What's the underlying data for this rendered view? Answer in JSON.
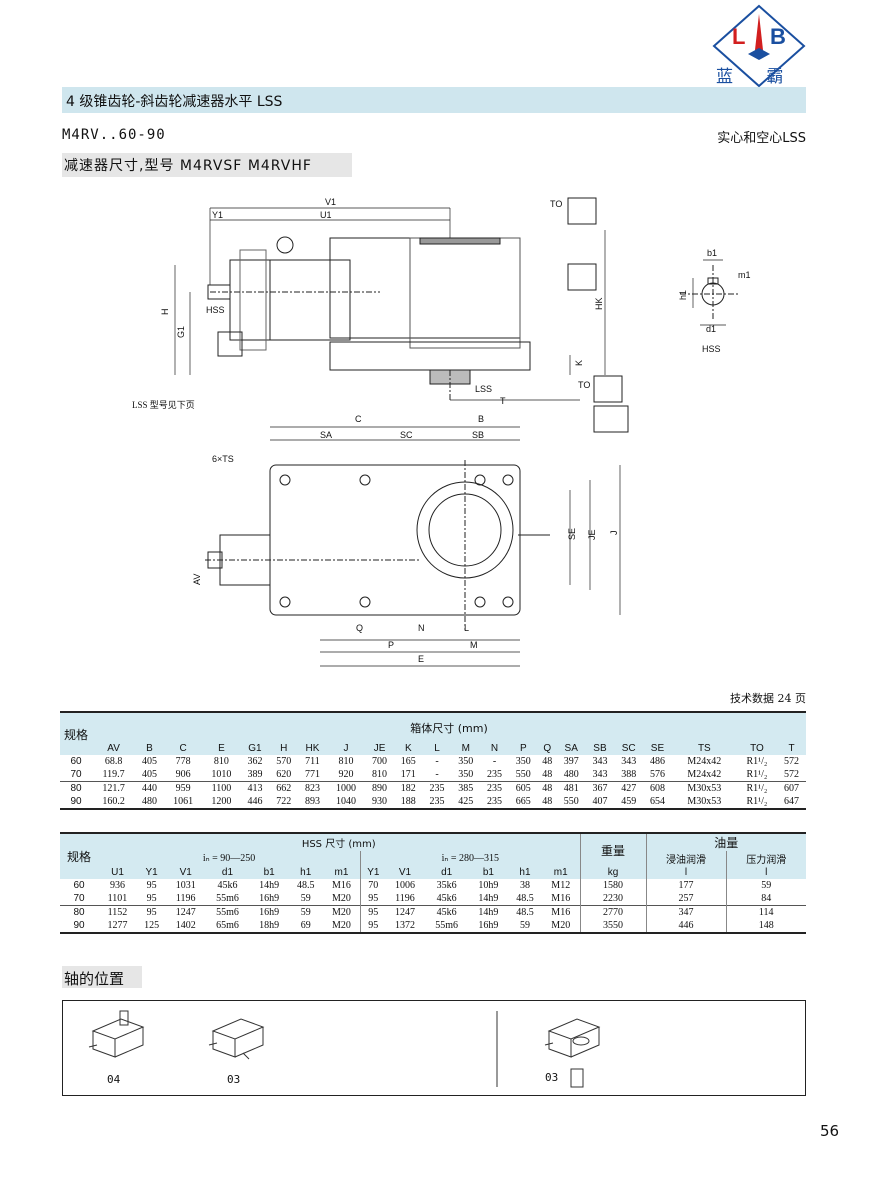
{
  "logo": {
    "letters": "LB",
    "text": "蓝  霸"
  },
  "title": "4 级锥齿轮-斜齿轮减速器水平 LSS",
  "model_line": "M4RV..60-90",
  "right_note": "实心和空心LSS",
  "subtitle": "减速器尺寸,型号 M4RVSF  M4RVHF",
  "drawing": {
    "labels": [
      "V1",
      "Y1",
      "U1",
      "TO",
      "H",
      "G1",
      "HSS",
      "HK",
      "K",
      "TO",
      "LSS",
      "T",
      "C",
      "B",
      "SA",
      "SC",
      "SB",
      "6×TS",
      "SE",
      "JE",
      "J",
      "AV",
      "Q",
      "N",
      "L",
      "P",
      "M",
      "E",
      "b1",
      "m1",
      "h1",
      "d1",
      "HSS"
    ],
    "lss_note": "LSS 型号见下页"
  },
  "pageref": "技术数据 24 页",
  "table1": {
    "row_label": "规格",
    "group_title": "箱体尺寸 (mm)",
    "columns": [
      "AV",
      "B",
      "C",
      "E",
      "G1",
      "H",
      "HK",
      "J",
      "JE",
      "K",
      "L",
      "M",
      "N",
      "P",
      "Q",
      "SA",
      "SB",
      "SC",
      "SE",
      "TS",
      "TO",
      "T"
    ],
    "rows": [
      {
        "size": "60",
        "values": [
          "68.8",
          "405",
          "778",
          "810",
          "362",
          "570",
          "711",
          "810",
          "700",
          "165",
          "-",
          "350",
          "-",
          "350",
          "48",
          "397",
          "343",
          "343",
          "486",
          "M24x42",
          "R1¹/₂",
          "572"
        ]
      },
      {
        "size": "70",
        "values": [
          "119.7",
          "405",
          "906",
          "1010",
          "389",
          "620",
          "771",
          "920",
          "810",
          "171",
          "-",
          "350",
          "235",
          "550",
          "48",
          "480",
          "343",
          "388",
          "576",
          "M24x42",
          "R1¹/₂",
          "572"
        ]
      },
      {
        "size": "80",
        "values": [
          "121.7",
          "440",
          "959",
          "1100",
          "413",
          "662",
          "823",
          "1000",
          "890",
          "182",
          "235",
          "385",
          "235",
          "605",
          "48",
          "481",
          "367",
          "427",
          "608",
          "M30x53",
          "R1¹/₂",
          "607"
        ]
      },
      {
        "size": "90",
        "values": [
          "160.2",
          "480",
          "1061",
          "1200",
          "446",
          "722",
          "893",
          "1040",
          "930",
          "188",
          "235",
          "425",
          "235",
          "665",
          "48",
          "550",
          "407",
          "459",
          "654",
          "M30x53",
          "R1¹/₂",
          "647"
        ]
      }
    ]
  },
  "table2": {
    "row_label": "规格",
    "group_title": "HSS 尺寸 (mm)",
    "ratio_a": "iₙ = 90—250",
    "ratio_b": "iₙ = 280—315",
    "weight_title": "重量",
    "weight_unit": "kg",
    "oil_title": "油量",
    "oil_a": "浸油润滑",
    "oil_b": "压力润滑",
    "oil_unit_a": "l",
    "oil_unit_b": "l",
    "columns_a": [
      "U1",
      "Y1",
      "V1",
      "d1",
      "b1",
      "h1",
      "m1"
    ],
    "columns_b": [
      "Y1",
      "V1",
      "d1",
      "b1",
      "h1",
      "m1"
    ],
    "rows": [
      {
        "size": "60",
        "a": [
          "936",
          "95",
          "1031",
          "45k6",
          "14h9",
          "48.5",
          "M16"
        ],
        "b": [
          "70",
          "1006",
          "35k6",
          "10h9",
          "38",
          "M12"
        ],
        "weight": "1580",
        "oil_a": "177",
        "oil_b": "59"
      },
      {
        "size": "70",
        "a": [
          "1101",
          "95",
          "1196",
          "55m6",
          "16h9",
          "59",
          "M20"
        ],
        "b": [
          "95",
          "1196",
          "45k6",
          "14h9",
          "48.5",
          "M16"
        ],
        "weight": "2230",
        "oil_a": "257",
        "oil_b": "84"
      },
      {
        "size": "80",
        "a": [
          "1152",
          "95",
          "1247",
          "55m6",
          "16h9",
          "59",
          "M20"
        ],
        "b": [
          "95",
          "1247",
          "45k6",
          "14h9",
          "48.5",
          "M16"
        ],
        "weight": "2770",
        "oil_a": "347",
        "oil_b": "114"
      },
      {
        "size": "90",
        "a": [
          "1277",
          "125",
          "1402",
          "65m6",
          "18h9",
          "69",
          "M20"
        ],
        "b": [
          "95",
          "1372",
          "55m6",
          "16h9",
          "59",
          "M20"
        ],
        "weight": "3550",
        "oil_a": "446",
        "oil_b": "148"
      }
    ]
  },
  "shaft_section": {
    "title": "轴的位置",
    "positions": [
      "04",
      "03",
      "03"
    ]
  },
  "page_number": "56"
}
